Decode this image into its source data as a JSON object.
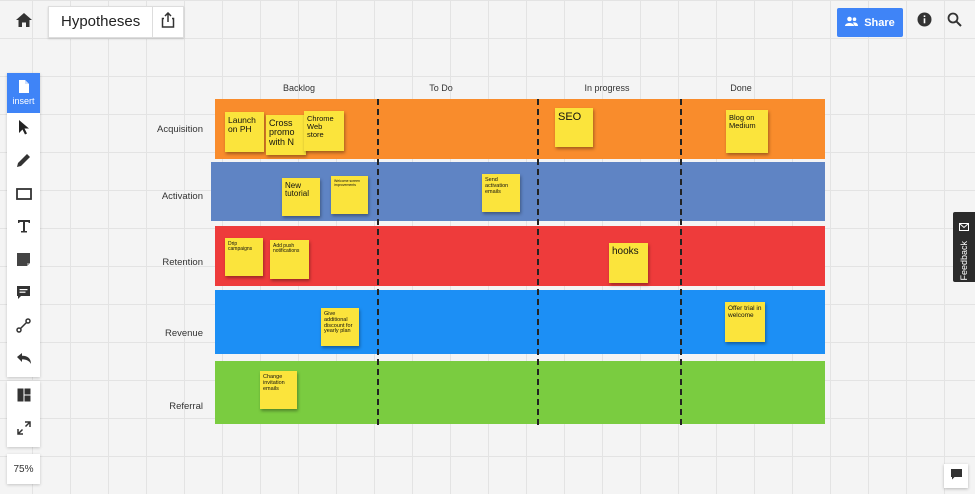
{
  "header": {
    "home_icon": "home-icon",
    "title": "Hypotheses",
    "export_icon": "share-export-icon",
    "share_label": "Share",
    "share_icon": "people-icon",
    "info_icon": "info-icon",
    "search_icon": "search-icon",
    "accent_color": "#3f84f7"
  },
  "toolbar": {
    "insert_label": "insert",
    "tools": [
      "insert-icon",
      "pointer-icon",
      "pen-icon",
      "rectangle-icon",
      "text-icon",
      "sticky-note-icon",
      "comment-icon",
      "connector-icon",
      "undo-icon"
    ],
    "secondary": [
      "layout-icon",
      "fit-screen-icon"
    ],
    "zoom": "75%"
  },
  "board": {
    "columns": [
      "Backlog",
      "To Do",
      "In progress",
      "Done"
    ],
    "rows": [
      {
        "label": "Acquisition",
        "color": "#f98c2c"
      },
      {
        "label": "Activation",
        "color": "#5f84c4"
      },
      {
        "label": "Retention",
        "color": "#ee3b3b"
      },
      {
        "label": "Revenue",
        "color": "#1c8ff5"
      },
      {
        "label": "Referral",
        "color": "#7acc40"
      }
    ],
    "notes": [
      {
        "text": "Launch on PH"
      },
      {
        "text": "Cross promo with N"
      },
      {
        "text": "Chrome Web store"
      },
      {
        "text": "SEO"
      },
      {
        "text": "Blog on Medium"
      },
      {
        "text": "New tutorial"
      },
      {
        "text": "Welcome screen improvements"
      },
      {
        "text": "Send activation emails"
      },
      {
        "text": "Drip campaigns"
      },
      {
        "text": "Add push notifications"
      },
      {
        "text": "hooks"
      },
      {
        "text": "Give additional discount for yearly plan"
      },
      {
        "text": "Offer trial in welcome"
      },
      {
        "text": "Change invitation emails"
      }
    ]
  },
  "side": {
    "feedback_label": "Feedback",
    "feedback_icon": "mail-icon",
    "chat_icon": "chat-icon"
  }
}
